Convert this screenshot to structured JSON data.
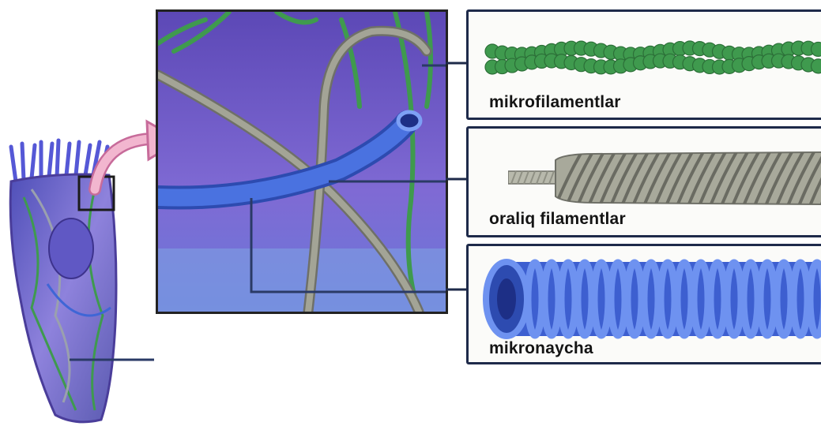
{
  "labels": {
    "microfilaments": "mikrofilamentlar",
    "intermediate_filaments": "oraliq filamentlar",
    "microtubules": "mikronaycha"
  },
  "colors": {
    "microfilament": "#3f9a4e",
    "intermediate_filament": "#8f9084",
    "microtubule": "#3f66d6",
    "cell": "#6a5ec8",
    "zoom_background": "#6f58c9",
    "arrow": "#e8a0c0",
    "frame": "#1e2a4a"
  }
}
